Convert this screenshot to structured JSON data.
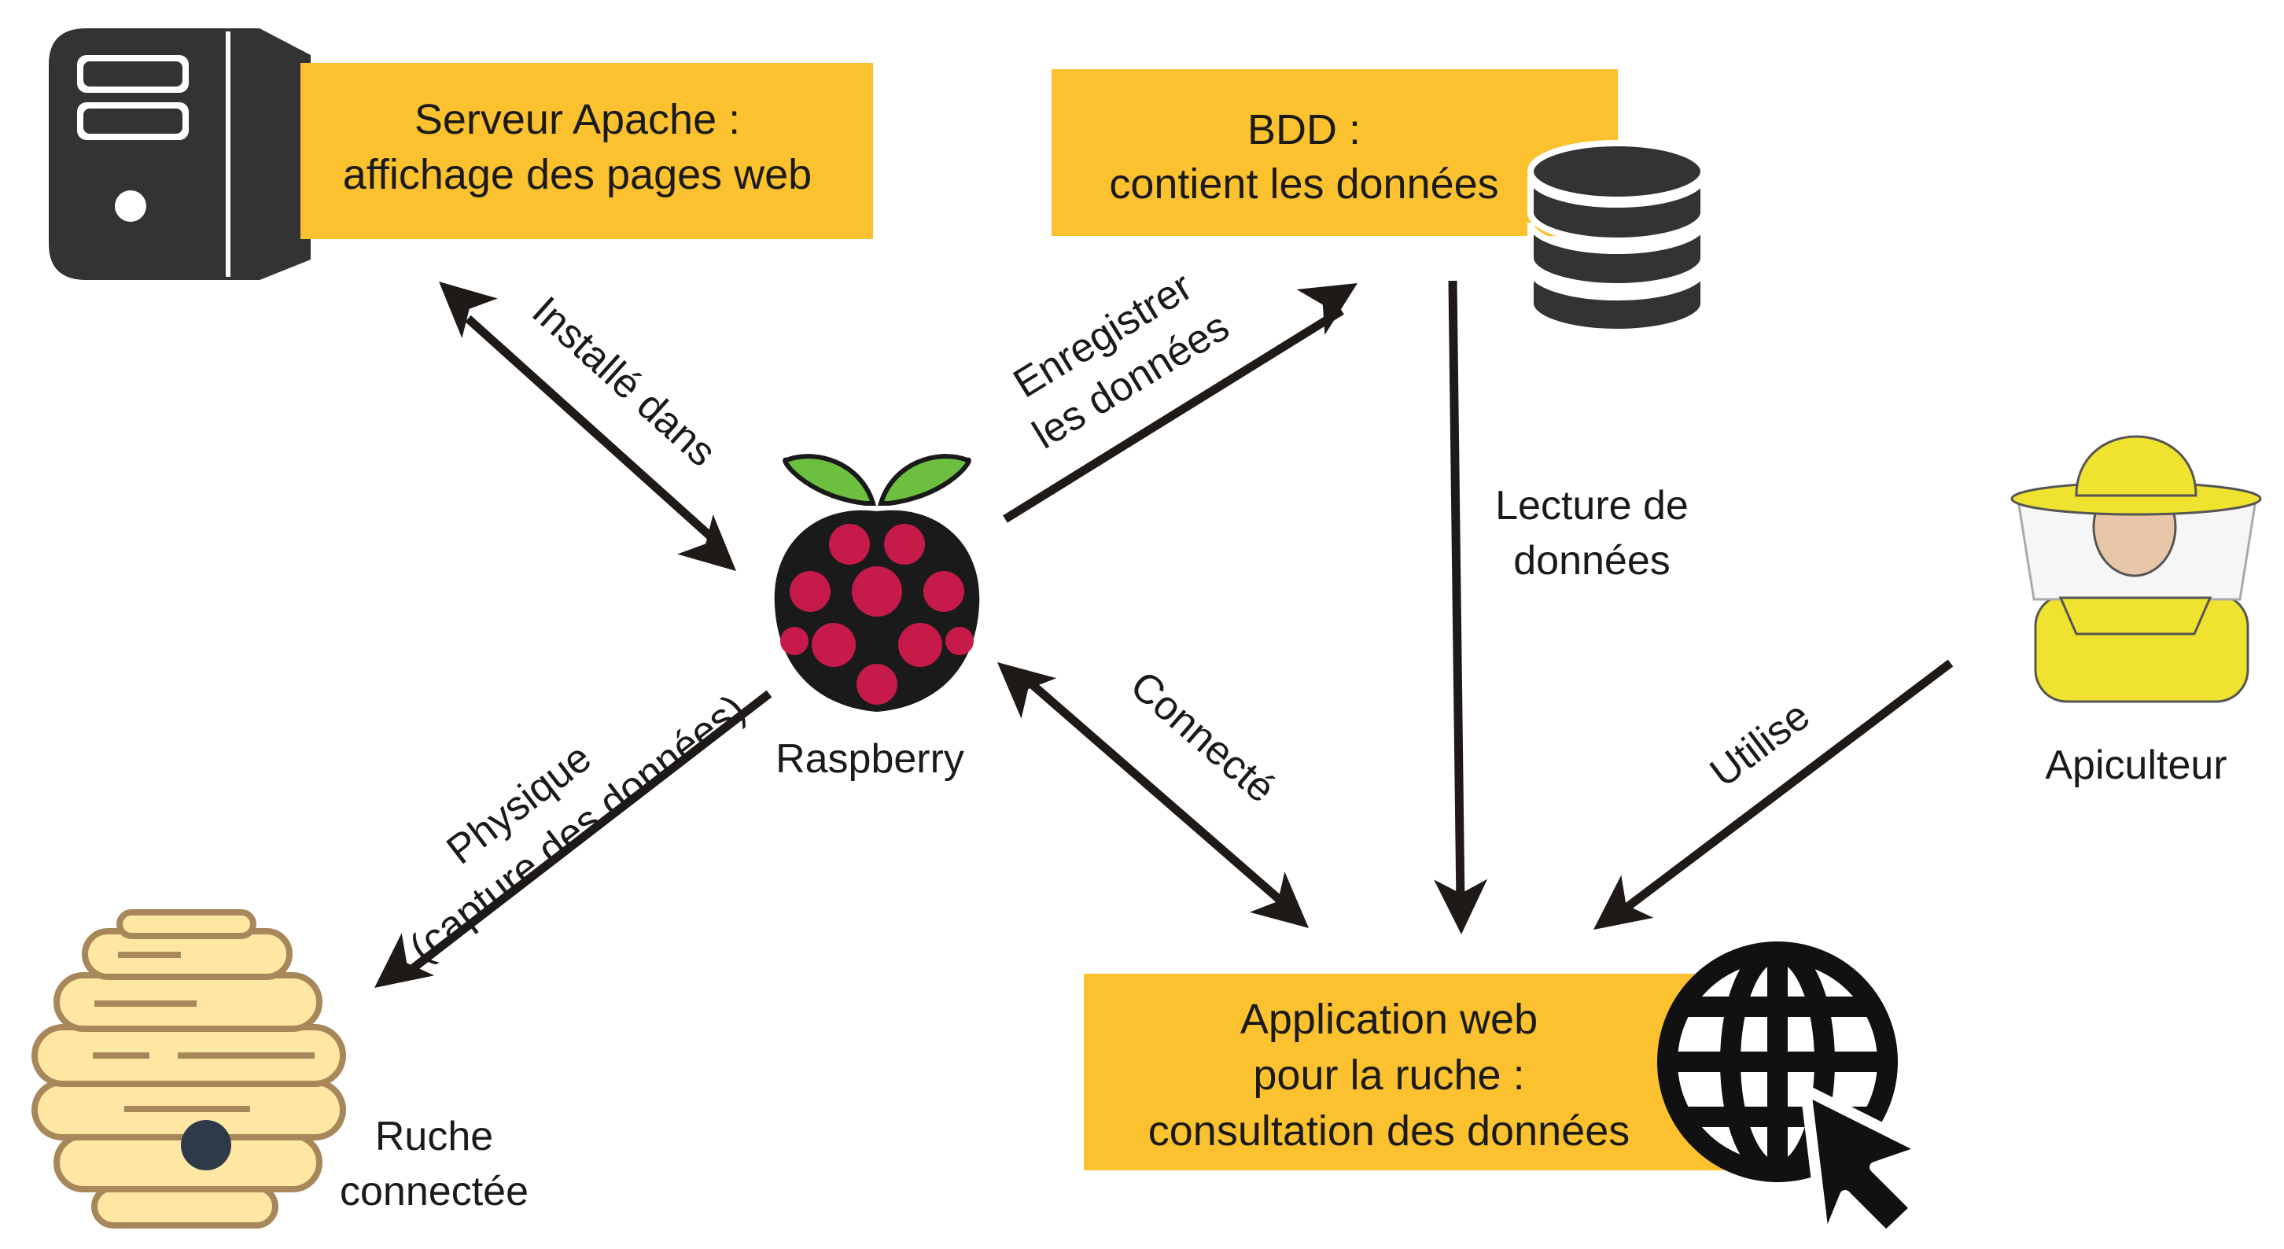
{
  "nodes": {
    "apache": {
      "lines": [
        "Serveur Apache :",
        "affichage des pages web"
      ],
      "icon": "server-icon"
    },
    "bdd": {
      "lines": [
        "BDD :",
        "contient les données"
      ],
      "icon": "database-icon"
    },
    "raspberry": {
      "label": "Raspberry",
      "icon": "raspberry-pi-icon"
    },
    "apiculteur": {
      "label": "Apiculteur",
      "icon": "beekeeper-icon"
    },
    "ruche": {
      "lines": [
        "Ruche",
        "connectée"
      ],
      "icon": "beehive-icon"
    },
    "app": {
      "lines": [
        "Application web",
        "pour la ruche :",
        "consultation des données"
      ],
      "icon": "globe-cursor-icon"
    }
  },
  "edges": {
    "installe": {
      "label": "Installé dans"
    },
    "enregistrer": {
      "lines": [
        "Enregistrer",
        "les données"
      ]
    },
    "lecture": {
      "lines": [
        "Lecture de",
        "données"
      ]
    },
    "utilise": {
      "label": "Utilise"
    },
    "physique": {
      "lines": [
        "Physique",
        "(capture des données)"
      ]
    },
    "connecte": {
      "label": "Connecté"
    }
  },
  "colors": {
    "box_fill": "#fbc12f",
    "arrow": "#1f1a17",
    "icon_dark": "#333333",
    "hive_fill": "#fde7a3",
    "hive_stroke": "#a8875a",
    "rasp_leaf": "#6cbf3f",
    "rasp_berry": "#c51a4a",
    "bee_hat": "#f0e330",
    "bee_skin": "#e8c6a8"
  }
}
